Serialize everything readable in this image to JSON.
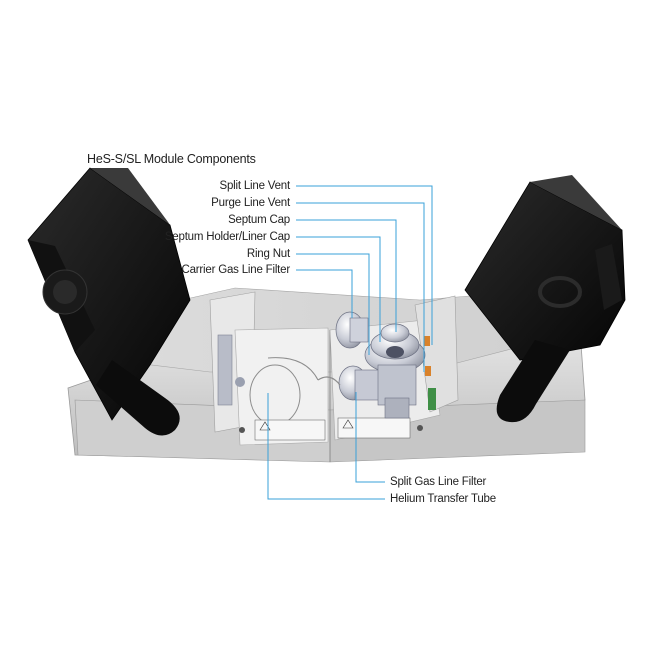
{
  "diagram": {
    "title": "HeS-S/SL Module Components",
    "labels_top": [
      {
        "id": "split-line-vent",
        "text": "Split Line Vent"
      },
      {
        "id": "purge-line-vent",
        "text": "Purge Line Vent"
      },
      {
        "id": "septum-cap",
        "text": "Septum Cap"
      },
      {
        "id": "septum-holder-liner-cap",
        "text": "Septum Holder/Liner Cap"
      },
      {
        "id": "ring-nut",
        "text": "Ring Nut"
      },
      {
        "id": "carrier-gas-line-filter",
        "text": "Carrier Gas Line Filter"
      }
    ],
    "labels_bottom": [
      {
        "id": "split-gas-line-filter",
        "text": "Split Gas Line Filter"
      },
      {
        "id": "helium-transfer-tube",
        "text": "Helium Transfer Tube"
      }
    ],
    "colors": {
      "callout_line": "#3aa0d8",
      "housing": "#d9d9d9",
      "cover": "#151515"
    }
  }
}
